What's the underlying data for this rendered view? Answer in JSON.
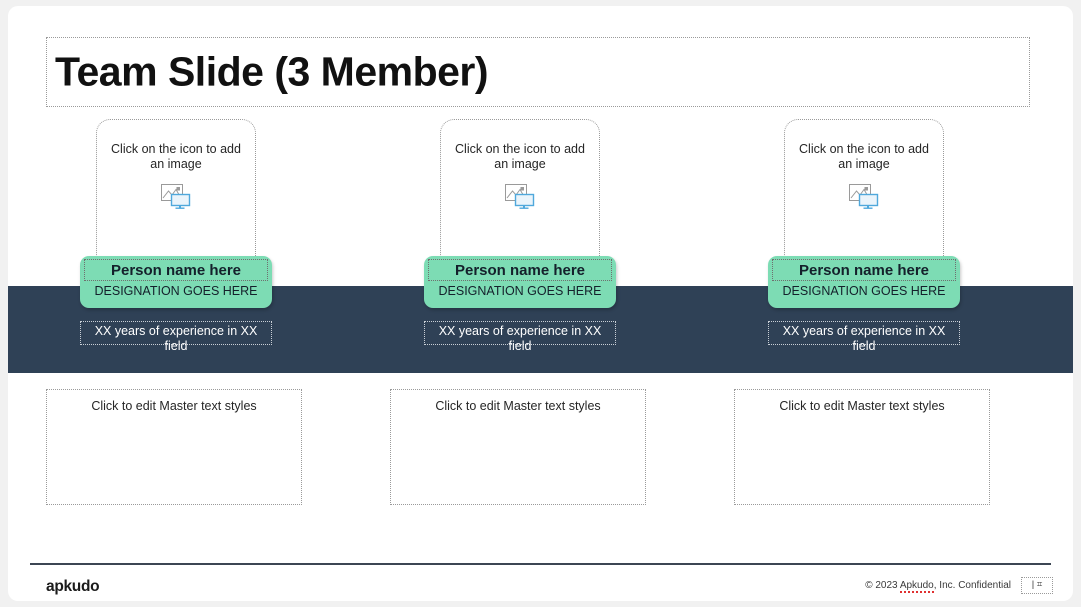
{
  "slide": {
    "title": "Team Slide (3 Member)",
    "colors": {
      "band": "#2f4156",
      "accent_green": "#7ddcb4",
      "title_text": "#111111",
      "footer_rule": "#3c4653",
      "spellcheck": "#e03131"
    }
  },
  "members": [
    {
      "image_placeholder": "Click on the icon to add an image",
      "image_icon": "add-image-icon",
      "name": "Person name here",
      "designation": "DESIGNATION GOES HERE",
      "experience": "XX years of experience in XX field",
      "body_placeholder": "Click to edit Master text styles"
    },
    {
      "image_placeholder": "Click on the icon to add an image",
      "image_icon": "add-image-icon",
      "name": "Person name here",
      "designation": "DESIGNATION GOES HERE",
      "experience": "XX years of experience in XX field",
      "body_placeholder": "Click to edit Master text styles"
    },
    {
      "image_placeholder": "Click on the icon to add an image",
      "image_icon": "add-image-icon",
      "name": "Person name here",
      "designation": "DESIGNATION GOES HERE",
      "experience": "XX years of experience in XX field",
      "body_placeholder": "Click to edit Master text styles"
    }
  ],
  "footer": {
    "logo": "apkudo",
    "copyright_prefix": "© 2023 ",
    "copyright_brand": "Apkudo",
    "copyright_suffix": ", Inc. Confidential",
    "page_number": "| ⌗"
  }
}
